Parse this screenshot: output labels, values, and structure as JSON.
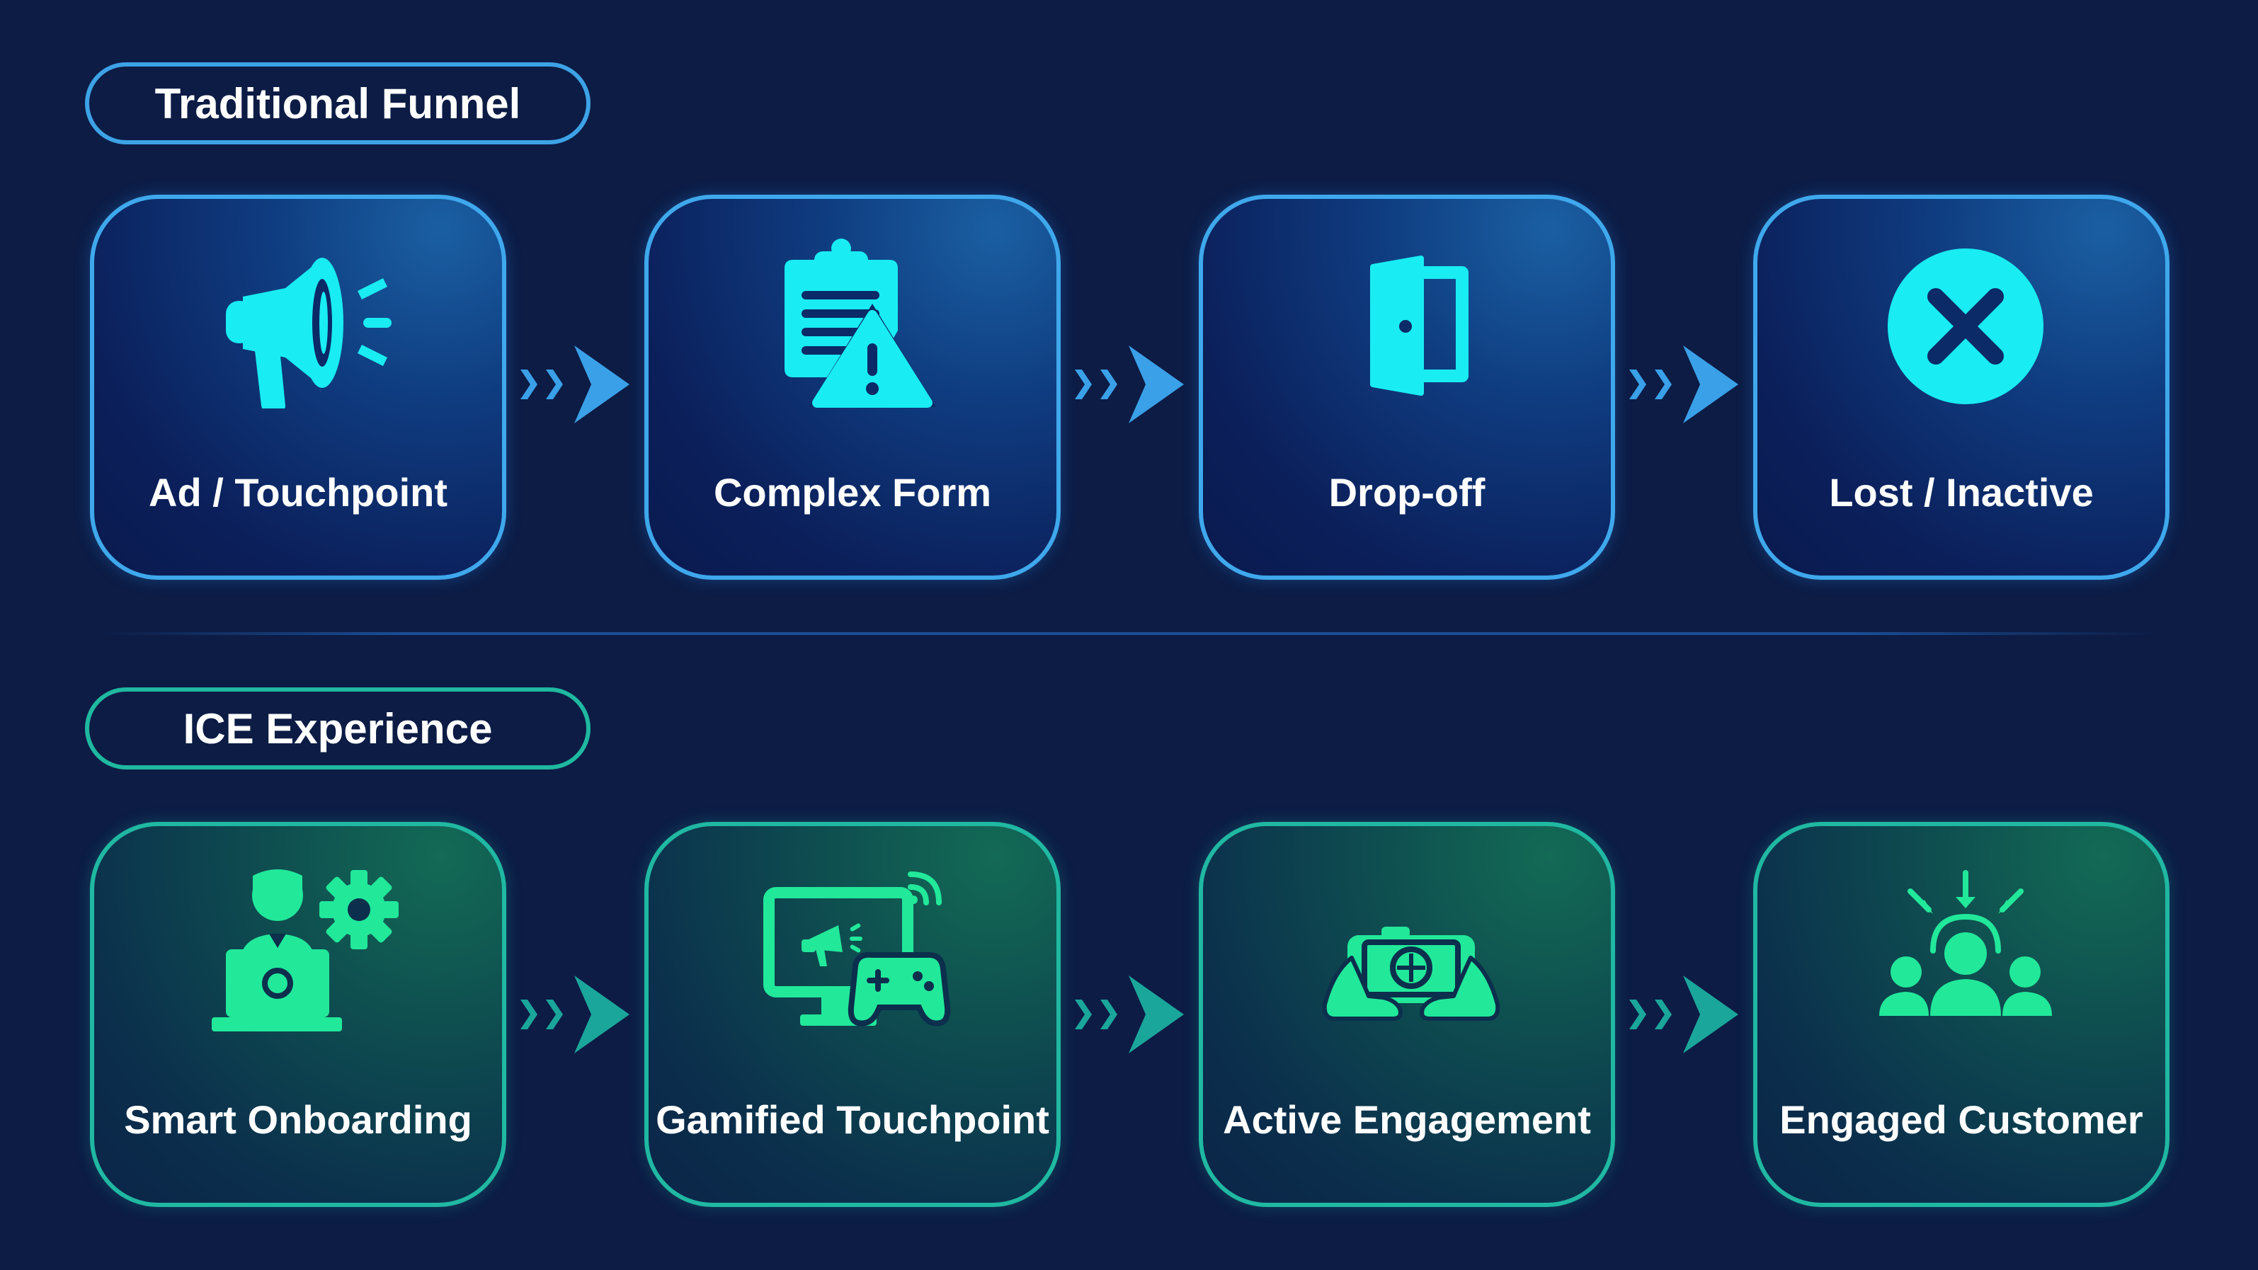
{
  "traditional": {
    "title": "Traditional Funnel",
    "steps": [
      {
        "label": "Ad / Touchpoint",
        "icon": "megaphone-icon"
      },
      {
        "label": "Complex Form",
        "icon": "clipboard-warning-icon"
      },
      {
        "label": "Drop-off",
        "icon": "door-exit-icon"
      },
      {
        "label": "Lost / Inactive",
        "icon": "x-circle-icon"
      }
    ]
  },
  "ice": {
    "title": "ICE Experience",
    "steps": [
      {
        "label": "Smart Onboarding",
        "icon": "user-laptop-gear-icon"
      },
      {
        "label": "Gamified Touchpoint",
        "icon": "monitor-gamepad-icon"
      },
      {
        "label": "Active Engagement",
        "icon": "handheld-game-icon"
      },
      {
        "label": "Engaged Customer",
        "icon": "customer-group-target-icon"
      }
    ]
  },
  "colors": {
    "background": "#0c1c45",
    "traditional_icon": "#19ecf2",
    "traditional_border": "#3fa8ec",
    "ice_icon": "#22e89a",
    "ice_border": "#20b8a2",
    "arrow_blue": "#3aa0e8",
    "arrow_teal": "#1ba69b"
  }
}
